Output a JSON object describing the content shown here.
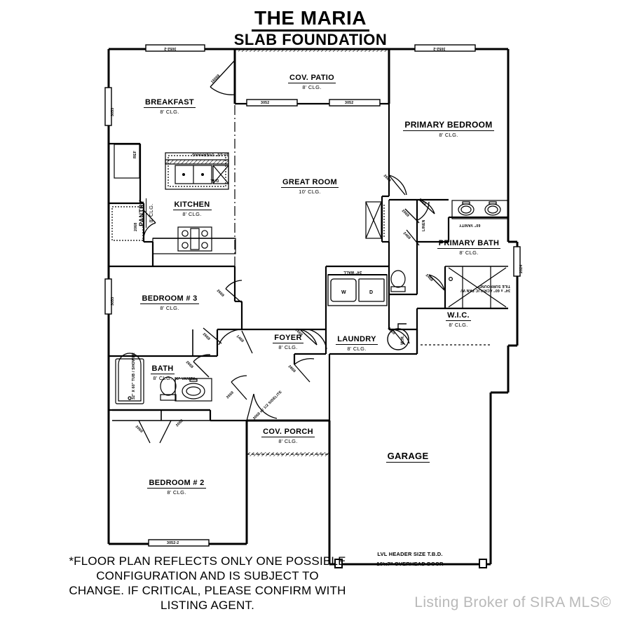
{
  "title": {
    "main": "THE MARIA",
    "sub": "SLAB FOUNDATION"
  },
  "footer": {
    "disclaimer": "*FLOOR PLAN REFLECTS ONLY ONE POSSIBLE CONFIGURATION AND IS SUBJECT TO CHANGE. IF CRITICAL, PLEASE CONFIRM WITH LISTING AGENT.",
    "watermark": "Listing Broker of SIRA MLS©"
  },
  "rooms": [
    {
      "key": "breakfast",
      "name": "BREAKFAST",
      "clg": "8'  CLG."
    },
    {
      "key": "cov_patio",
      "name": "COV. PATIO",
      "clg": "8'  CLG."
    },
    {
      "key": "primary_bedroom",
      "name": "PRIMARY BEDROOM",
      "clg": "8'  CLG."
    },
    {
      "key": "great_room",
      "name": "GREAT ROOM",
      "clg": "10'  CLG."
    },
    {
      "key": "kitchen",
      "name": "KITCHEN",
      "clg": "8'  CLG."
    },
    {
      "key": "pantry",
      "name": "PANTRY",
      "clg": "8'  CLG."
    },
    {
      "key": "primary_bath",
      "name": "PRIMARY BATH",
      "clg": "8'  CLG."
    },
    {
      "key": "bedroom3",
      "name": "BEDROOM # 3",
      "clg": "8'  CLG."
    },
    {
      "key": "wic",
      "name": "W.I.C.",
      "clg": "8'  CLG."
    },
    {
      "key": "foyer",
      "name": "FOYER",
      "clg": "8'  CLG."
    },
    {
      "key": "laundry",
      "name": "LAUNDRY",
      "clg": "8'  CLG."
    },
    {
      "key": "bath",
      "name": "BATH",
      "clg": "8'  CLG."
    },
    {
      "key": "cov_porch",
      "name": "COV. PORCH",
      "clg": "8'  CLG."
    },
    {
      "key": "bedroom2",
      "name": "BEDROOM # 2",
      "clg": "8'  CLG."
    },
    {
      "key": "garage",
      "name": "GARAGE",
      "clg": ""
    }
  ],
  "fixtures": {
    "refrigerator": "REF",
    "dishwasher": "D.W.",
    "overhang": "10-1/2\" OVERHANG",
    "washer": "W",
    "dryer": "D",
    "wall_24": "24\" WALL",
    "water_heater": "W.H.",
    "linen": "LINEN",
    "vanity_60": "60\" VANITY",
    "vanity_36": "36\" VANITY",
    "shower_pan": "34\" x 60\" ACRYLIC PAN W/ TILE SURROUND",
    "tub_shower": "32\" X 60\" TUB / SHOWER"
  },
  "garage_notes": {
    "header": "LVL HEADER SIZE T.B.D.",
    "door": "16'x7\" OVERHEAD DOOR"
  },
  "windows": {
    "breakfast_top": "3052-2",
    "breakfast_left": "3053",
    "bedroom3_left": "3053",
    "patio_left": "3052",
    "patio_right": "3052",
    "primary_top": "3052-2",
    "primary_right": "3052-2",
    "primary_bath_right": "2024",
    "bedroom2_bottom": "3052-2"
  },
  "doors": {
    "patio_slider": "16068",
    "pantry": "2068",
    "bedroom3": "2668",
    "bedroom3_closet": "2668",
    "hall_1468": "1468",
    "bath": "2668",
    "bedroom2_a": "2068",
    "bedroom2_b": "2068",
    "bedroom2_door": "2668",
    "front_entry": "3068 w/ 1/2 SIDELITE",
    "garage_entry": "2868",
    "laundry_a": "2668",
    "laundry_b": "2668",
    "laundry_c": "2668",
    "primary_bedroom": "2668",
    "linen": "2068",
    "primary_bath": "2468",
    "wic": "2468",
    "water_closet": "2468"
  }
}
